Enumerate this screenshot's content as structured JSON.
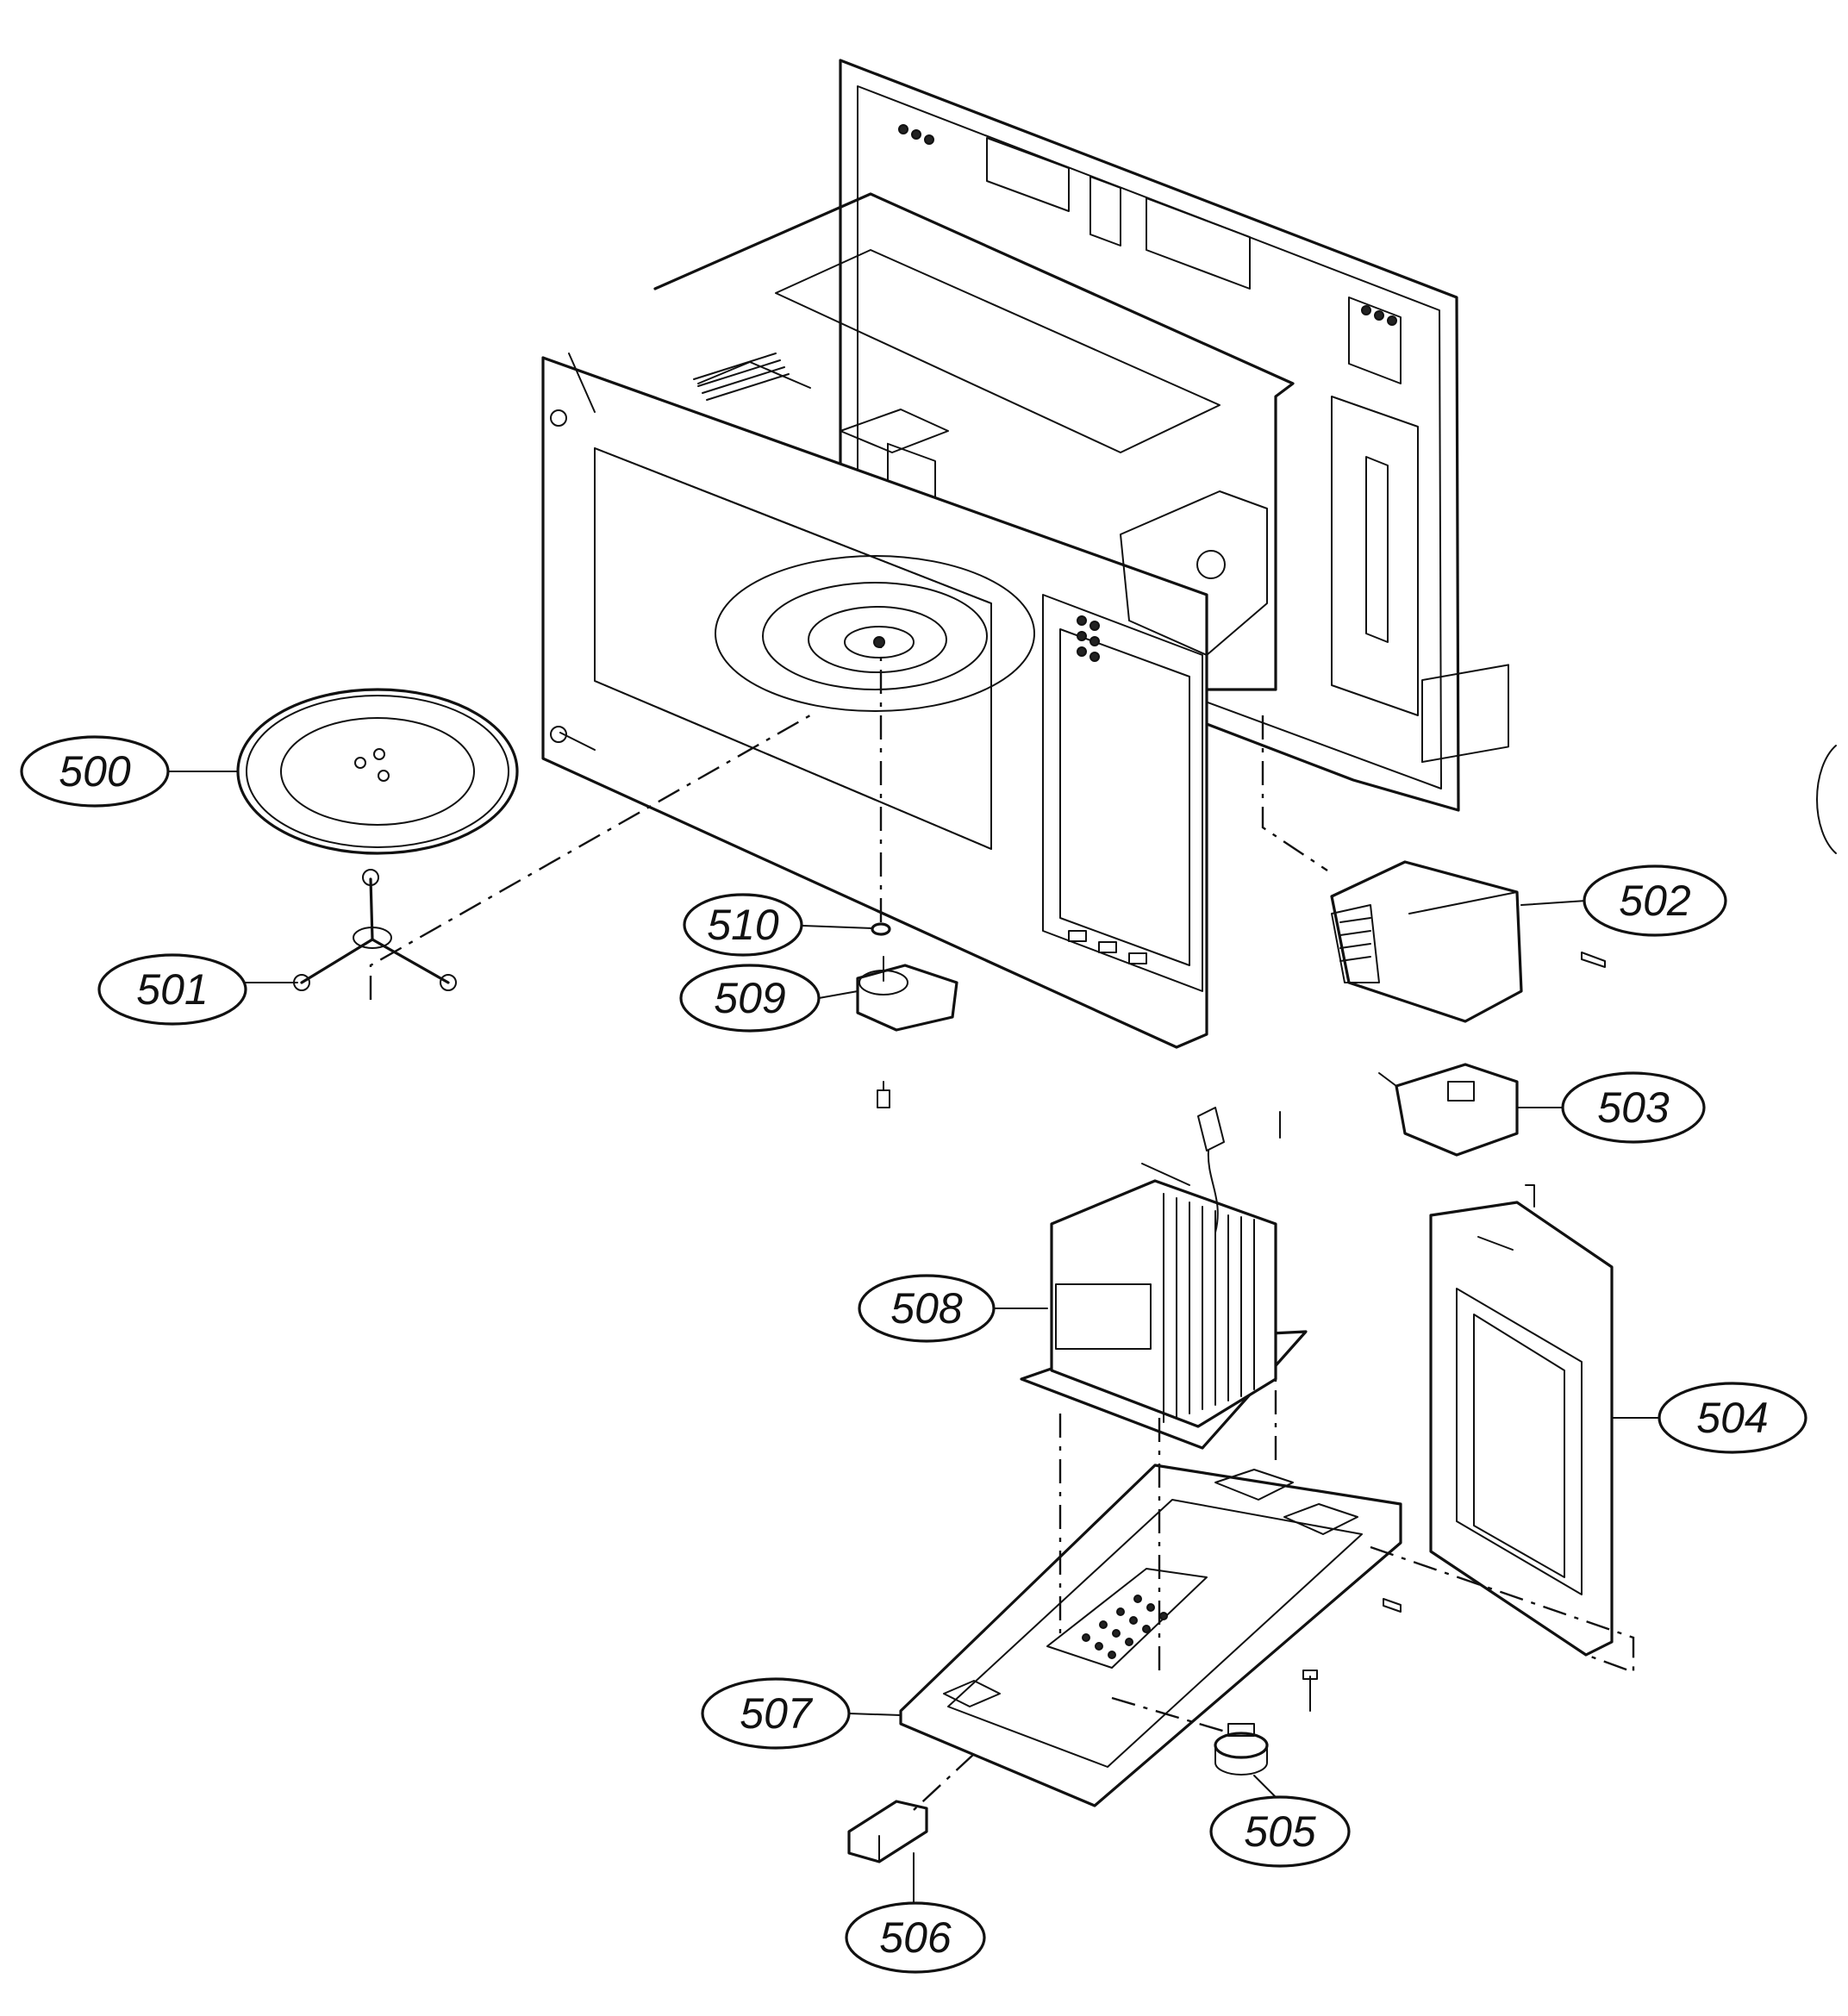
{
  "callouts": {
    "c500": "500",
    "c501": "501",
    "c502": "502",
    "c503": "503",
    "c504": "504",
    "c505": "505",
    "c506": "506",
    "c507": "507",
    "c508": "508",
    "c509": "509",
    "c510": "510"
  },
  "colors": {
    "line": "#111111",
    "background": "#ffffff"
  }
}
